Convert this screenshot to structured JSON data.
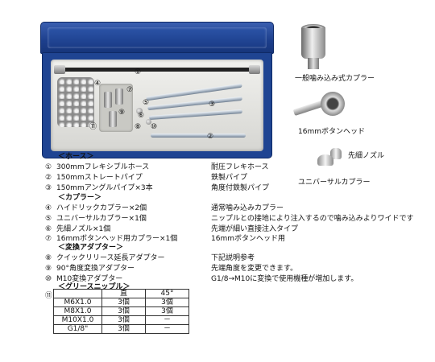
{
  "photo": {
    "case_markers": [
      "①",
      "②",
      "③",
      "④",
      "⑤",
      "⑥",
      "⑦",
      "⑧",
      "⑨",
      "⑩",
      "⑪"
    ]
  },
  "part_labels": {
    "coupler": "一般噛み込み式カプラー",
    "button_head": "16mmボタンヘッド",
    "nozzle": "先細ノズル",
    "universal": "ユニバーサルカプラー"
  },
  "sections": {
    "hose": {
      "header": "＜ホース＞",
      "items": [
        {
          "num": "①",
          "name": "300mmフレキシブルホース",
          "desc": "耐圧フレキホース"
        },
        {
          "num": "②",
          "name": "150mmストレートパイプ",
          "desc": "鉄製パイプ"
        },
        {
          "num": "③",
          "name": "150mmアングルパイプ×3本",
          "desc": "角度付鉄製パイプ"
        }
      ]
    },
    "coupler": {
      "header": "＜カプラー＞",
      "items": [
        {
          "num": "④",
          "name": "ハイドリックカプラー×2個",
          "desc": "通常噛み込みカプラー"
        },
        {
          "num": "⑤",
          "name": "ユニバーサルカプラー×1個",
          "desc": "ニップルとの接地により注入するので噛み込みよりワイドです"
        },
        {
          "num": "⑥",
          "name": "先細ノズル×1個",
          "desc": "先端が細い直接注入タイプ"
        },
        {
          "num": "⑦",
          "name": "16mmボタンヘッド用カプラー×1個",
          "desc": "16mmボタンヘッド用"
        }
      ]
    },
    "adapter": {
      "header": "＜変換アダプター＞",
      "items": [
        {
          "num": "⑧",
          "name": "クイックリリース延長アダプター",
          "desc": "下記説明参考"
        },
        {
          "num": "⑨",
          "name": "90°角度変換アダプター",
          "desc": "先端角度を変更できます。"
        },
        {
          "num": "⑩",
          "name": "M10変換アダプター",
          "desc": "G1/8→M10に変換で使用機種が増加します。"
        }
      ]
    },
    "nipple": {
      "header": "＜グリースニップル＞",
      "num": "⑪",
      "columns": [
        "",
        "直",
        "45°"
      ],
      "rows": [
        [
          "M6X1.0",
          "3個",
          "3個"
        ],
        [
          "M8X1.0",
          "3個",
          "3個"
        ],
        [
          "M10X1.0",
          "3個",
          "－"
        ],
        [
          "G1/8\"",
          "3個",
          "－"
        ]
      ]
    }
  }
}
